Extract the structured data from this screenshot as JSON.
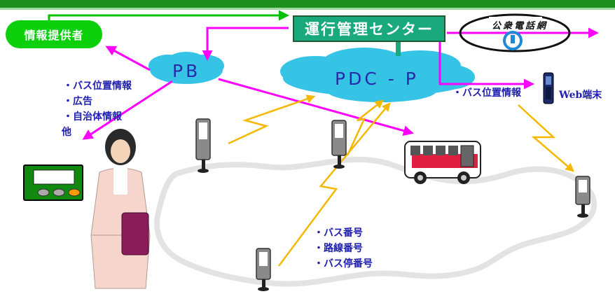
{
  "provider": "情報提供者",
  "center": "運行管理センター",
  "pstn": "公衆電話網",
  "pb": "PB",
  "pdcp": "PDC - P",
  "left_info": [
    "・バス位置情報",
    "・広告",
    "・自治体情報",
    "他"
  ],
  "web_info": "・バス位置情報",
  "web_terminal": "Web端末",
  "bus_info": [
    "・バス番号",
    "・路線番号",
    "・バス停番号"
  ],
  "colors": {
    "header_bar": "#1f8f1f",
    "provider": "#0bd00b",
    "center": "#1aa97b",
    "cloud": "#36c4e6",
    "magenta_arrow": "#ff00ff",
    "lightning": "#f5b800",
    "label_text": "#2020b0"
  }
}
